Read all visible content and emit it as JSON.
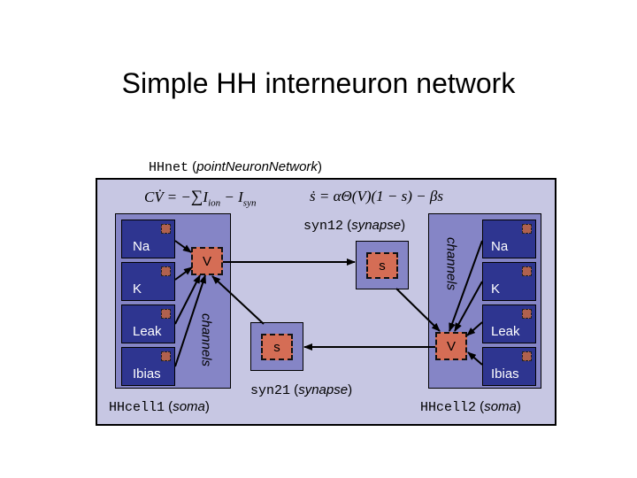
{
  "title": "Simple HH interneuron network",
  "network": {
    "name": "HHnet",
    "type": "pointNeuronNetwork"
  },
  "equations": {
    "voltage": {
      "lhs": "CV̇ = −",
      "sum": "∑",
      "iion": "I",
      "iion_sub": "ion",
      "minus": " − ",
      "isyn": "I",
      "isyn_sub": "syn"
    },
    "synapse": "ṡ = αΘ(V)(1 − s) − βs"
  },
  "cells": [
    {
      "name": "HHcell1",
      "type": "soma",
      "channels_label": "channels",
      "voltage_label": "V",
      "channels": [
        "Na",
        "K",
        "Leak",
        "Ibias"
      ]
    },
    {
      "name": "HHcell2",
      "type": "soma",
      "channels_label": "channels",
      "voltage_label": "V",
      "channels": [
        "Na",
        "K",
        "Leak",
        "Ibias"
      ]
    }
  ],
  "synapses": [
    {
      "name": "syn12",
      "type": "synapse",
      "state_label": "s"
    },
    {
      "name": "syn21",
      "type": "synapse",
      "state_label": "s"
    }
  ]
}
